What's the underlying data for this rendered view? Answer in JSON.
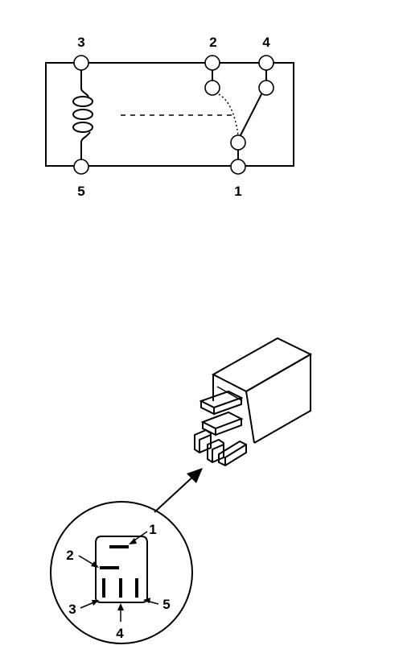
{
  "schematic": {
    "terminals": {
      "t1": "1",
      "t2": "2",
      "t3": "3",
      "t4": "4",
      "t5": "5"
    }
  },
  "connector_detail": {
    "terminals": {
      "t1": "1",
      "t2": "2",
      "t3": "3",
      "t4": "4",
      "t5": "5"
    }
  }
}
